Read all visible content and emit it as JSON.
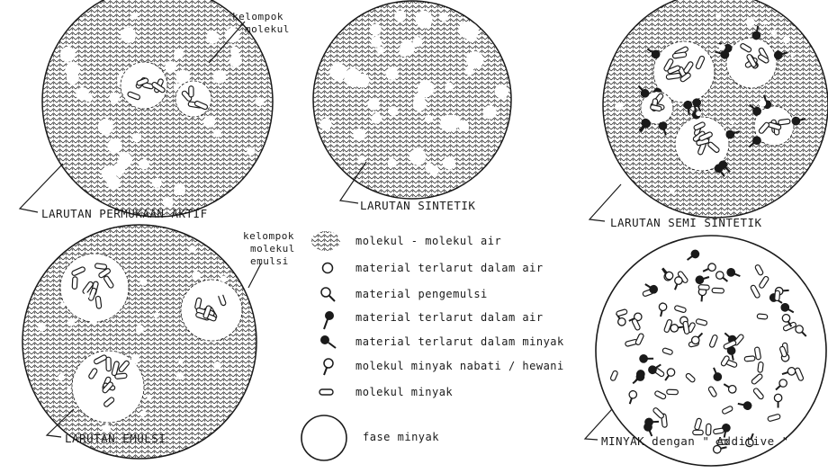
{
  "panels": {
    "surfactant": {
      "label": "LARUTAN PERMUKAAN AKTIF",
      "callout": [
        "kelompok",
        "molekul"
      ]
    },
    "synthetic": {
      "label": "LARUTAN SINTETIK"
    },
    "semi_synthetic": {
      "label": "LARUTAN SEMI SINTETIK"
    },
    "emulsion": {
      "label": "LARUTAN EMULSI",
      "callout": [
        "kelompok",
        "molekul",
        "emulsi"
      ]
    },
    "oil_additive": {
      "label": "MINYAK dengan \" Additive \""
    }
  },
  "legend": [
    {
      "icon": "water-molecules-icon",
      "text": "molekul - molekul air"
    },
    {
      "icon": "open-circle-icon",
      "text": "material terlarut dalam air"
    },
    {
      "icon": "emulsifier-icon",
      "text": "material pengemulsi"
    },
    {
      "icon": "filled-head-pin-icon",
      "text": "material terlarut dalam air"
    },
    {
      "icon": "filled-head-tail-icon",
      "text": "material terlarut dalam minyak"
    },
    {
      "icon": "open-head-pin-icon",
      "text": "molekul minyak nabati / hewani"
    },
    {
      "icon": "oil-rod-icon",
      "text": "molekul minyak"
    },
    {
      "icon": "large-circle-icon",
      "text": "fase minyak"
    }
  ],
  "colors": {
    "ink": "#1a1a1a",
    "paper": "#ffffff"
  }
}
